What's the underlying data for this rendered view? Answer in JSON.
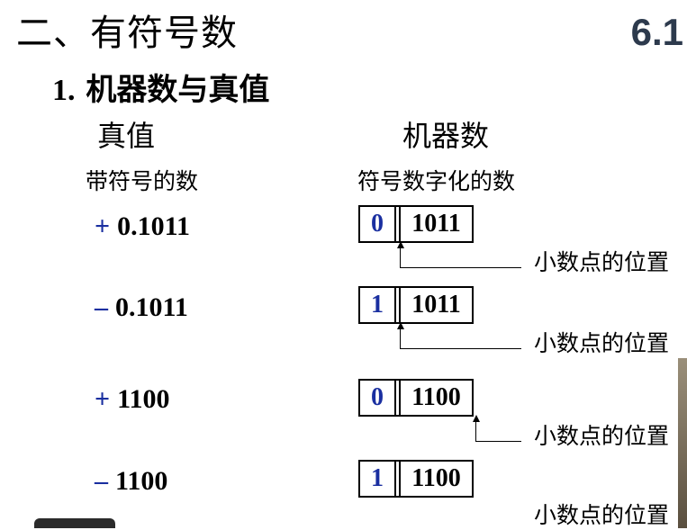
{
  "title": "二、有符号数",
  "section_number": "6.1",
  "subtitle": {
    "num": "1.",
    "text": "机器数与真值"
  },
  "headers": {
    "true_value": "真值",
    "machine_number": "机器数"
  },
  "subheaders": {
    "true_value": "带符号的数",
    "machine_number": "符号数字化的数"
  },
  "rows": [
    {
      "sign": "+",
      "value": "0.1011",
      "sign_bit": "0",
      "magnitude": "1011",
      "point_label": "小数点的位置"
    },
    {
      "sign": "–",
      "value": "0.1011",
      "sign_bit": "1",
      "magnitude": "1011",
      "point_label": "小数点的位置"
    },
    {
      "sign": "+",
      "value": "1100",
      "sign_bit": "0",
      "magnitude": "1100",
      "point_label": "小数点的位置"
    },
    {
      "sign": "–",
      "value": "1100",
      "sign_bit": "1",
      "magnitude": "1100",
      "point_label": "小数点的位置"
    }
  ]
}
